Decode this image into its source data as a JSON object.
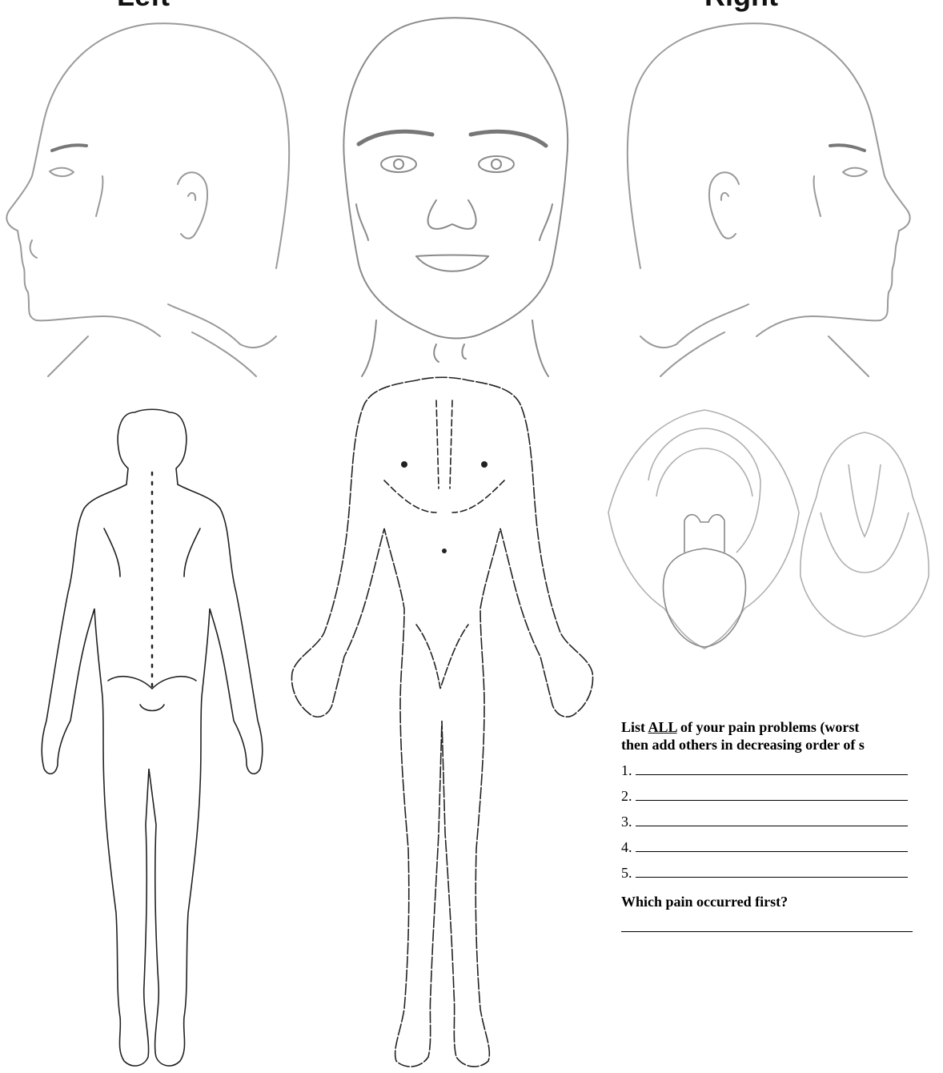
{
  "labels": {
    "left": "Left",
    "right": "Right"
  },
  "form": {
    "heading_pre": "List ",
    "heading_emphasis": "ALL",
    "heading_post": " of your pain problems (worst",
    "heading_line2": "then add others in decreasing order of s",
    "items": [
      "1.",
      "2.",
      "3.",
      "4.",
      "5."
    ],
    "question": "Which pain occurred first?"
  },
  "colors": {
    "head_line": "#9a9a9a",
    "body_line": "#222222",
    "mouth_line": "#b0b0b0"
  }
}
